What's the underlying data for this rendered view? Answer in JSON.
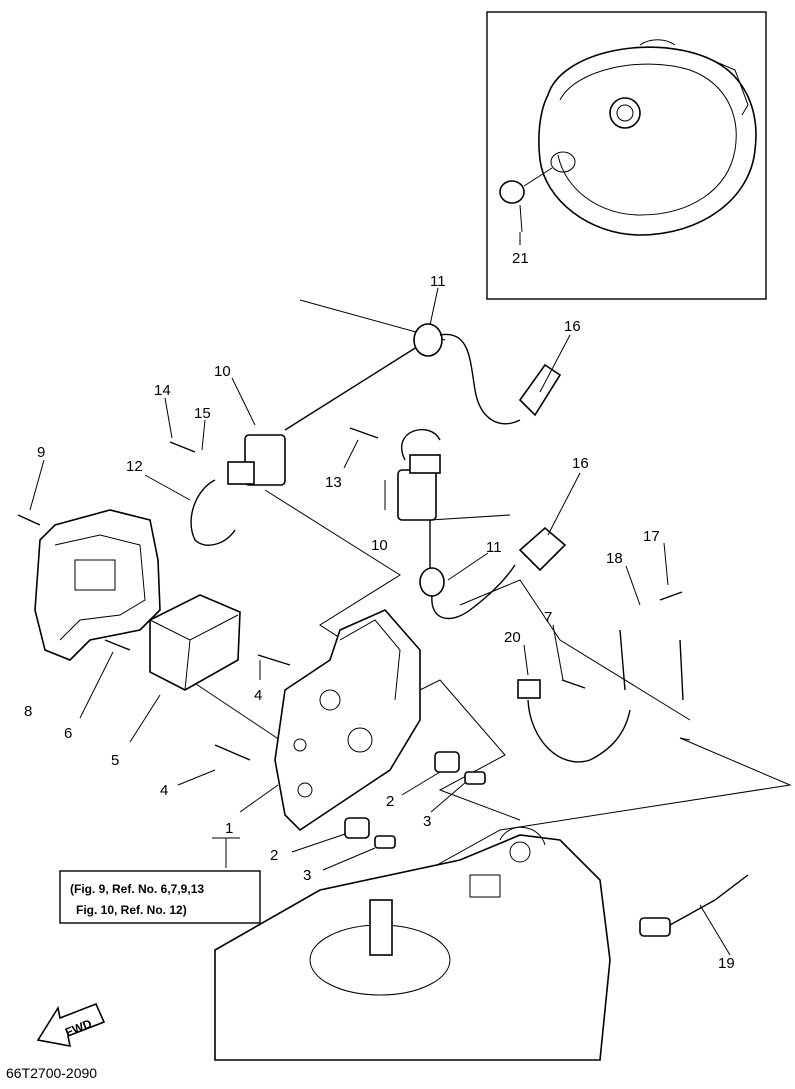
{
  "callouts": {
    "c1": "1",
    "c2a": "2",
    "c2b": "2",
    "c3a": "3",
    "c3b": "3",
    "c4a": "4",
    "c4b": "4",
    "c5": "5",
    "c6": "6",
    "c7": "7",
    "c8": "8",
    "c9": "9",
    "c10a": "10",
    "c10b": "10",
    "c11a": "11",
    "c11b": "11",
    "c12": "12",
    "c13": "13",
    "c14": "14",
    "c15": "15",
    "c16a": "16",
    "c16b": "16",
    "c17": "17",
    "c18": "18",
    "c19": "19",
    "c20": "20",
    "c21": "21"
  },
  "note": {
    "line1": "(Fig. 9, Ref. No. 6,7,9,13",
    "line2": "Fig. 10, Ref. No. 12)"
  },
  "fwd_label": "FWD",
  "figure_code": "66T2700-2090"
}
